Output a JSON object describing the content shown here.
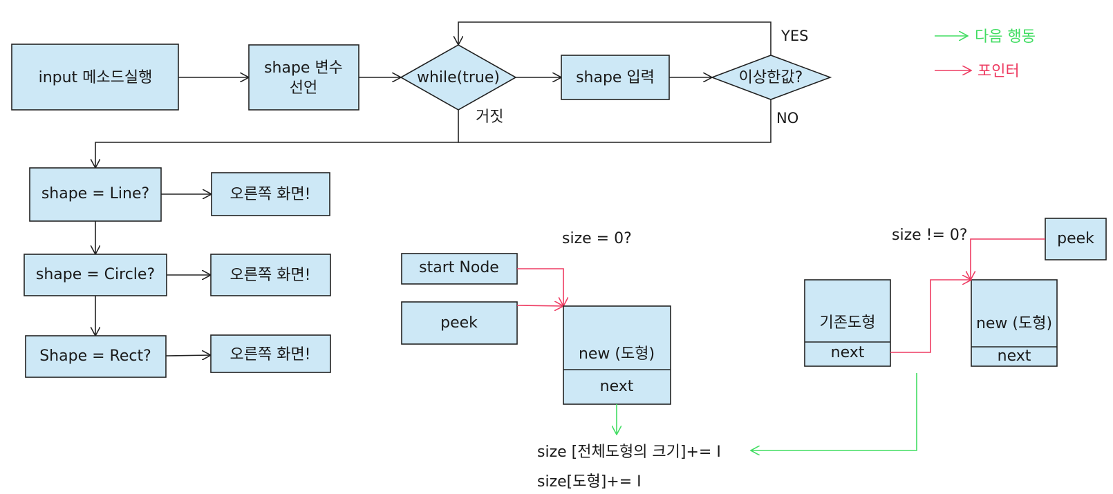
{
  "colors": {
    "box_fill": "#cde8f6",
    "box_stroke": "#222222",
    "next_action": "#41dd62",
    "pointer": "#ee3c62"
  },
  "legend": {
    "next_action": "다음 행동",
    "pointer": "포인터"
  },
  "flow": {
    "input_method": "input 메소드실행",
    "shape_declare_line1": "shape 변수",
    "shape_declare_line2": "선언",
    "while_true": "while(true)",
    "shape_input": "shape 입력",
    "weird_value": "이상한값?",
    "yes_label": "YES",
    "no_label": "NO",
    "false_label": "거짓",
    "check_line": "shape = Line?",
    "check_circle": "shape = Circle?",
    "check_rect": "Shape = Rect?",
    "right_screen_1": "오른쪽 화면!",
    "right_screen_2": "오른쪽 화면!",
    "right_screen_3": "오른쪽 화면!"
  },
  "list_empty": {
    "condition": "size = 0?",
    "start_node": "start Node",
    "peek": "peek",
    "new_shape": "new (도형)",
    "next": "next"
  },
  "list_nonempty": {
    "condition": "size != 0?",
    "peek": "peek",
    "existing_shape": "기존도형",
    "existing_next": "next",
    "new_shape": "new (도형)",
    "new_next": "next"
  },
  "result": {
    "total_size": "size [전체도형의 크기]+= I",
    "shape_size": "size[도형]+= I"
  }
}
